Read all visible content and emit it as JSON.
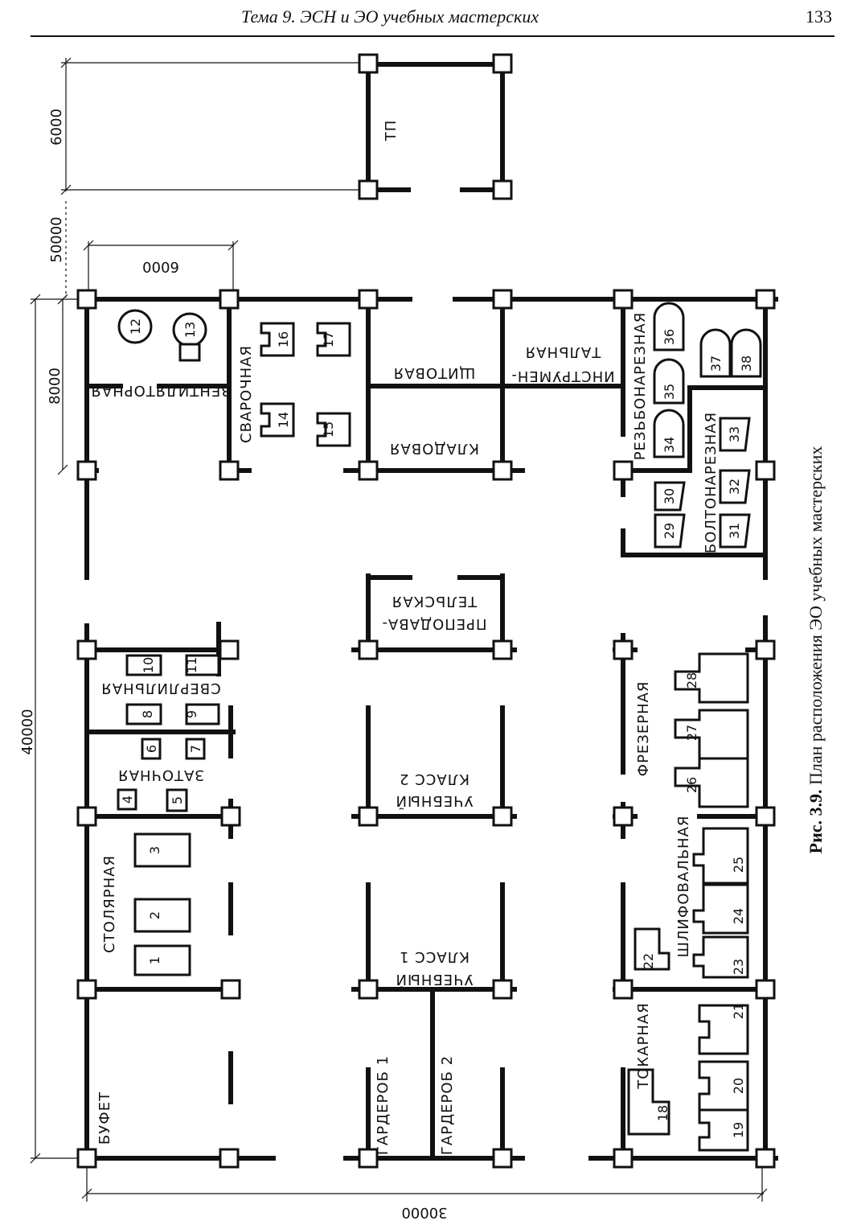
{
  "header": {
    "title": "Тема 9. ЭСН и ЭО учебных мастерских",
    "page": "133"
  },
  "caption": {
    "label": "Рис. 3.9.",
    "text": " План расположения ЭО учебных мастерских"
  },
  "dimensions": {
    "tp_height": "6000",
    "gap": "50000",
    "module_width": "6000",
    "module_height": "8000",
    "total_height": "40000",
    "total_width": "30000"
  },
  "rooms": {
    "tp": "ТП",
    "ventilation": "ВЕНТИЛЯТОРНАЯ",
    "welding": "СВАРОЧНАЯ",
    "switchboard": "ЩИТОВАЯ",
    "storeroom": "КЛАДОВАЯ",
    "tool_1": "ИНСТРУМЕН-",
    "tool_2": "ТАЛЬНАЯ",
    "threading": "РЕЗЬБОНАРЕЗНАЯ",
    "bolt": "БОЛТОНАРЕЗНАЯ",
    "teacher_1": "ПРЕПОДАВА-",
    "teacher_2": "ТЕЛЬСКАЯ",
    "drilling": "СВЕРЛИЛЬНАЯ",
    "sharpening": "ЗАТОЧНАЯ",
    "class2_1": "УЧЕБНЫЙ",
    "class2_2": "КЛАСС 2",
    "milling": "ФРЕЗЕРНАЯ",
    "carpentry": "СТОЛЯРНАЯ",
    "class1_1": "УЧЕБНЫЙ",
    "class1_2": "КЛАСС 1",
    "grinding": "ШЛИФОВАЛЬНАЯ",
    "buffet": "БУФЕТ",
    "wardrobe1": "ГАРДЕРОБ 1",
    "wardrobe2": "ГАРДЕРОБ 2",
    "turning": "ТОКАРНАЯ"
  },
  "equipment": [
    "1",
    "2",
    "3",
    "4",
    "5",
    "6",
    "7",
    "8",
    "9",
    "10",
    "11",
    "12",
    "13",
    "14",
    "15",
    "16",
    "17",
    "18",
    "19",
    "20",
    "21",
    "22",
    "23",
    "24",
    "25",
    "26",
    "27",
    "28",
    "29",
    "30",
    "31",
    "32",
    "33",
    "34",
    "35",
    "36",
    "37",
    "38"
  ]
}
